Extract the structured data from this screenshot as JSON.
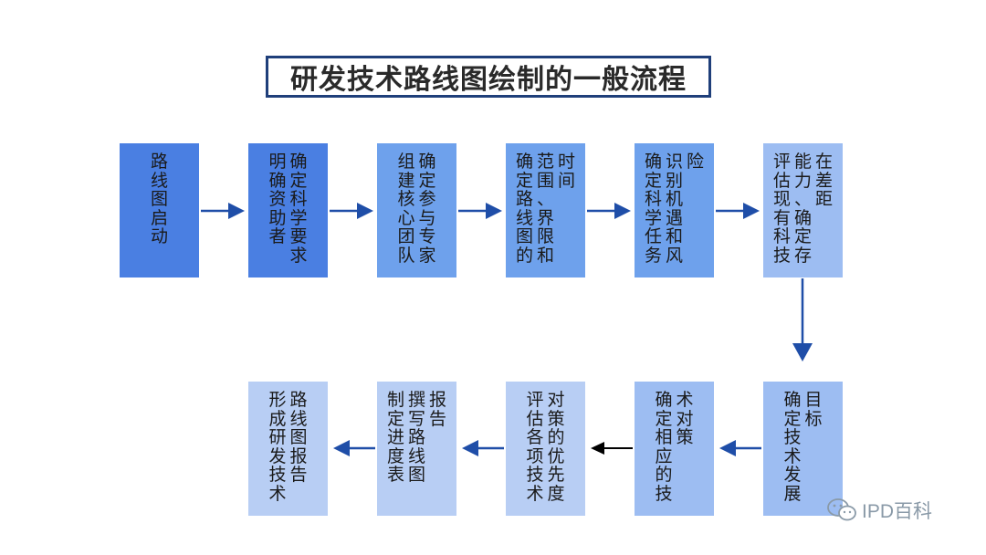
{
  "title": "研发技术路线图绘制的一般流程",
  "colors": {
    "step_dark": "#4a7fe2",
    "step_mid": "#6ea1ec",
    "step_light": "#9dbdf2",
    "step_pale": "#b8cef4",
    "arrow_blue": "#1f4ea8",
    "arrow_black": "#000000",
    "title_border": "#1f3f7a"
  },
  "steps": [
    {
      "id": "step-1",
      "cols": [
        "路线图启动"
      ],
      "shade": "dark"
    },
    {
      "id": "step-2",
      "cols": [
        "确定科学要求",
        "明确资助者"
      ],
      "shade": "dark"
    },
    {
      "id": "step-3",
      "cols": [
        "确定参与专家",
        "组建核心团队"
      ],
      "shade": "mid"
    },
    {
      "id": "step-4",
      "cols": [
        "时间",
        "范围、界限和",
        "确定路线图的"
      ],
      "shade": "mid"
    },
    {
      "id": "step-5",
      "cols": [
        "险",
        "识别机遇和风",
        "确定科学任务"
      ],
      "shade": "mid"
    },
    {
      "id": "step-6",
      "cols": [
        "在差距",
        "能力、确定存",
        "评估现有科技"
      ],
      "shade": "light"
    },
    {
      "id": "step-7",
      "cols": [
        "目标",
        "确定技术发展"
      ],
      "shade": "light"
    },
    {
      "id": "step-8",
      "cols": [
        "术对策",
        "确定相应的技"
      ],
      "shade": "light"
    },
    {
      "id": "step-9",
      "cols": [
        "对策的优先度",
        "评估各项技术"
      ],
      "shade": "pale"
    },
    {
      "id": "step-10",
      "cols": [
        "报告",
        "撰写路线图",
        "制定进度表"
      ],
      "shade": "pale"
    },
    {
      "id": "step-11",
      "cols": [
        "路线图报告",
        "形成研发技术"
      ],
      "shade": "pale"
    }
  ],
  "watermark": {
    "text": "IPD百科",
    "icon": "wechat-icon"
  }
}
